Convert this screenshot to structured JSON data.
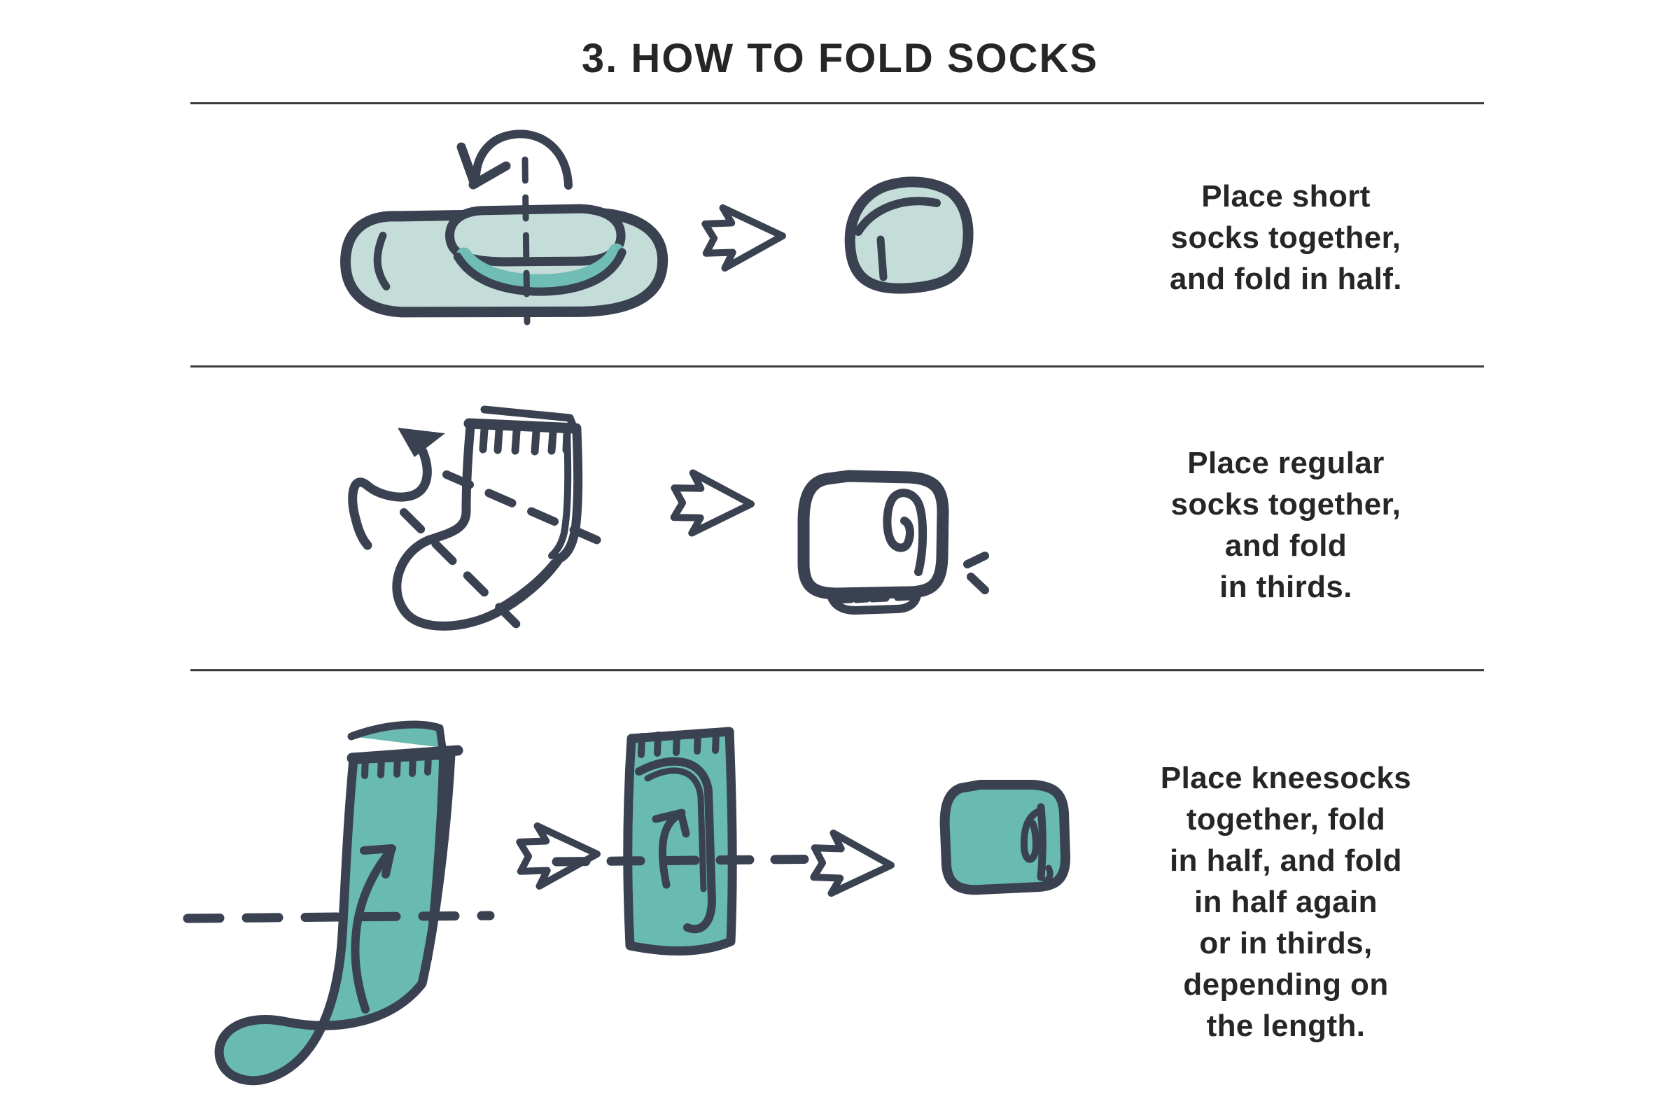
{
  "title": "3. HOW TO FOLD SOCKS",
  "rows": [
    {
      "id": "short-socks",
      "instruction": "Place short socks together, and fold in half.",
      "lines": [
        "Place short",
        "socks together,",
        "and fold in half."
      ],
      "illustration_icons": [
        "flip-arrow-icon",
        "stacked-short-socks",
        "fold-line-dashed",
        "right-arrow-icon",
        "folded-short-sock"
      ]
    },
    {
      "id": "regular-socks",
      "instruction": "Place regular socks together, and fold in thirds.",
      "lines": [
        "Place regular",
        "socks together,",
        "and fold",
        "in thirds."
      ],
      "illustration_icons": [
        "curved-arrow-icon",
        "stacked-regular-socks",
        "fold-lines-dashed",
        "right-arrow-icon",
        "rolled-sock",
        "motion-dashes"
      ]
    },
    {
      "id": "kneesocks",
      "instruction": "Place kneesocks together, fold in half, and fold in half again or in thirds, depending on the length.",
      "lines": [
        "Place kneesocks",
        "together, fold",
        "in half, and fold",
        "in half again",
        "or in thirds,",
        "depending on",
        "the length."
      ],
      "illustration_icons": [
        "stacked-kneesocks",
        "fold-line-dashed",
        "curved-arrow-icon",
        "right-arrow-icon",
        "half-folded-kneesock",
        "fold-line-dashed",
        "right-arrow-icon",
        "folded-kneesock"
      ]
    }
  ],
  "colors": {
    "background": "#ffffff",
    "text": "#262626",
    "separator": "#3c3c3c",
    "ink_outline": "#3a4150",
    "mint_light": "#c4ddd8",
    "teal_accent": "#6fbdb5",
    "teal": "#69bab1"
  }
}
